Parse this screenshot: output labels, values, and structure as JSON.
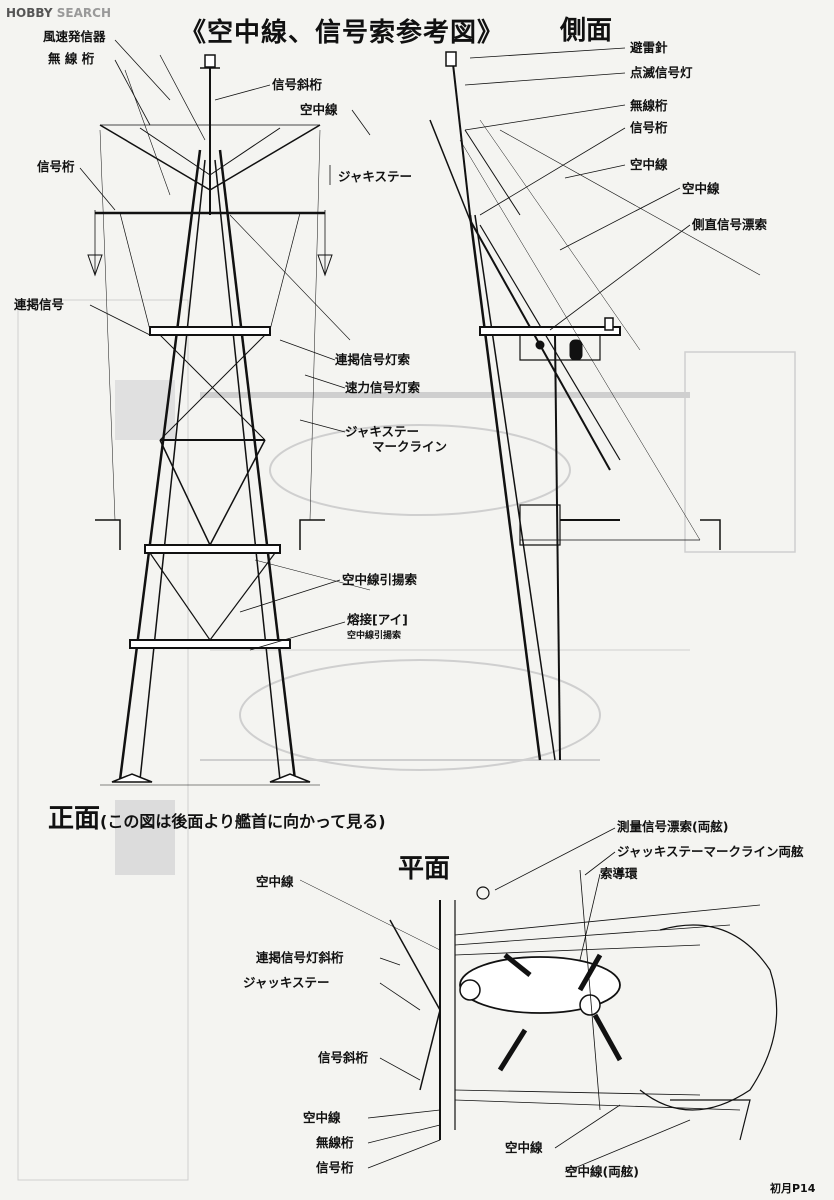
{
  "watermark": {
    "brand": "HOBBY",
    "site": "SEARCH"
  },
  "title": "《空中線、信号索参考図》",
  "page_number": "初月P14",
  "views": {
    "side": "側面",
    "front": "正面",
    "front_note": "(この図は後面より艦首に向かって見る)",
    "plan": "平面"
  },
  "front_labels": {
    "anemometer": "風速発信器",
    "radio_yard": "無 線 桁",
    "signal_gaff": "信号斜桁",
    "antenna": "空中線",
    "jackstay": "ジャキステー",
    "signal_yard": "信号桁",
    "flag_signal": "連掲信号",
    "flag_lamp_rope": "連掲信号灯索",
    "speed_lamp_rope": "速力信号灯索",
    "jackstay_mark_1": "ジャキステー",
    "jackstay_mark_2": "マークライン",
    "antenna_hoist": "空中線引揚索",
    "weld": "熔接[アイ]",
    "weld_sub": "空中線引揚索"
  },
  "side_labels": {
    "lightning_rod": "避雷針",
    "blink_lamp": "点滅信号灯",
    "radio_yard": "無線桁",
    "signal_yard": "信号桁",
    "antenna_1": "空中線",
    "antenna_2": "空中線",
    "side_signal": "側直信号漂索"
  },
  "plan_labels": {
    "survey_signal": "測量信号漂索(両舷)",
    "jackstay_mark": "ジャッキステーマークライン両舷",
    "rope_guide": "索導環",
    "antenna_top": "空中線",
    "flag_lamp_gaff": "連掲信号灯斜桁",
    "jackstay": "ジャッキステー",
    "signal_gaff": "信号斜桁",
    "antenna_left": "空中線",
    "radio_yard": "無線桁",
    "signal_yard": "信号桁",
    "antenna_right": "空中線",
    "antenna_both": "空中線(両舷)"
  }
}
